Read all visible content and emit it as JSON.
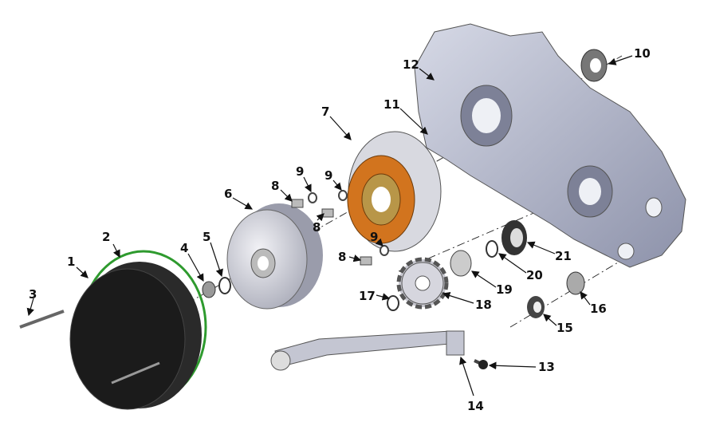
{
  "diagram": {
    "type": "exploded-parts-view",
    "callouts": [
      "1",
      "2",
      "3",
      "4",
      "5",
      "6",
      "7",
      "8",
      "8",
      "8",
      "9",
      "9",
      "9",
      "10",
      "11",
      "12",
      "13",
      "14",
      "15",
      "16",
      "17",
      "18",
      "19",
      "20",
      "21"
    ],
    "colors": {
      "crankcase": "#b4b8cc",
      "cover": "#1e1e1e",
      "gasket": "#2e9a2e",
      "stator": "#d2741e",
      "metal": "#c8c8d0"
    }
  }
}
